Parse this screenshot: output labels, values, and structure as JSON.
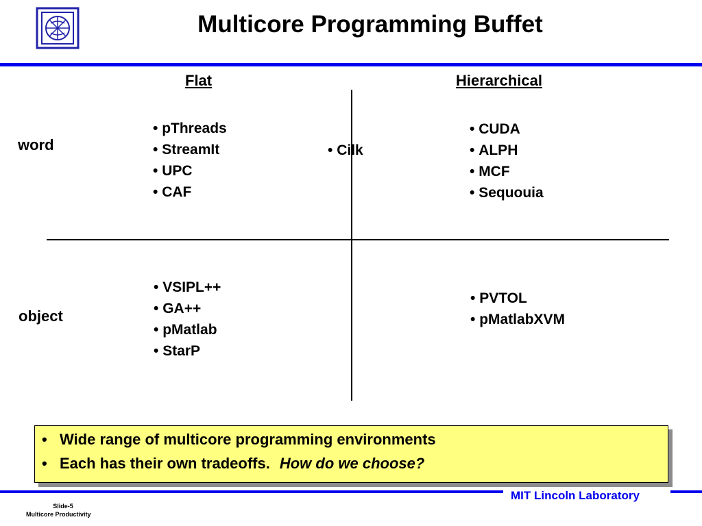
{
  "title": "Multicore Programming Buffet",
  "columns": {
    "flat": "Flat",
    "hierarchical": "Hierarchical"
  },
  "rows": {
    "word": "word",
    "object": "object"
  },
  "quadrants": {
    "flat_word": [
      "pThreads",
      "StreamIt",
      "UPC",
      "CAF"
    ],
    "hierarchical_word": [
      "CUDA",
      "ALPH",
      "MCF",
      "Sequouia"
    ],
    "flat_object": [
      "VSIPL++",
      "GA++",
      "pMatlab",
      "StarP"
    ],
    "hierarchical_object": [
      "PVTOL",
      "pMatlabXVM"
    ]
  },
  "center_item": "Cilk",
  "callout": {
    "bullet_1": "Wide range of multicore programming environments",
    "bullet_2": "Each has their own tradeoffs.",
    "bullet_2_emphasis": "How do we choose?"
  },
  "footer": {
    "organization": "MIT Lincoln Laboratory",
    "slide_number": "Slide-5",
    "subtitle": "Multicore Productivity"
  },
  "colors": {
    "accent_blue": "#0000ee",
    "callout_yellow": "#ffff80",
    "logo_blue": "#2222aa"
  },
  "icons": {
    "logo": "mit-lincoln-lab-logo"
  }
}
